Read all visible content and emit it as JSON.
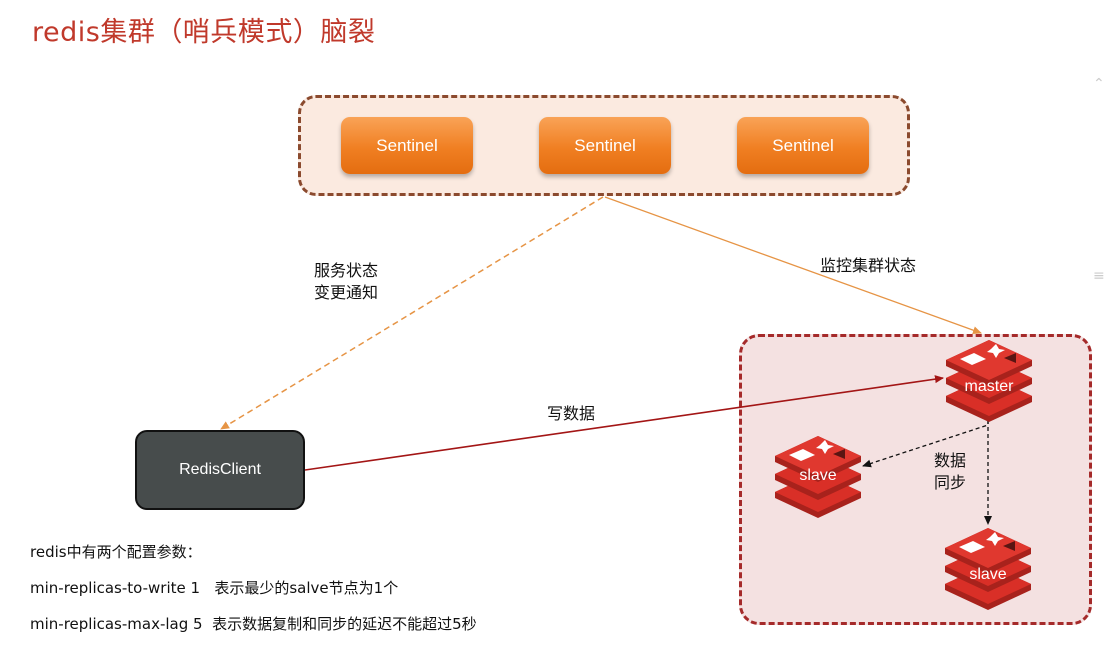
{
  "title": "redis集群（哨兵模式）脑裂",
  "sentinels": [
    "Sentinel",
    "Sentinel",
    "Sentinel"
  ],
  "client": "RedisClient",
  "edges": {
    "notify_line1": "服务状态",
    "notify_line2": "变更通知",
    "monitor": "监控集群状态",
    "write": "写数据",
    "sync_line1": "数据",
    "sync_line2": "同步"
  },
  "nodes": {
    "master": "master",
    "slave_left": "slave",
    "slave_bottom": "slave"
  },
  "notes": [
    "redis中有两个配置参数：",
    "min-replicas-to-write 1   表示最少的salve节点为1个",
    "min-replicas-max-lag 5  表示数据复制和同步的延迟不能超过5秒"
  ],
  "colors": {
    "title": "#c0392b",
    "sentinel": "#f07f22",
    "redis_red": "#d32f2f",
    "client": "#474c4c"
  }
}
